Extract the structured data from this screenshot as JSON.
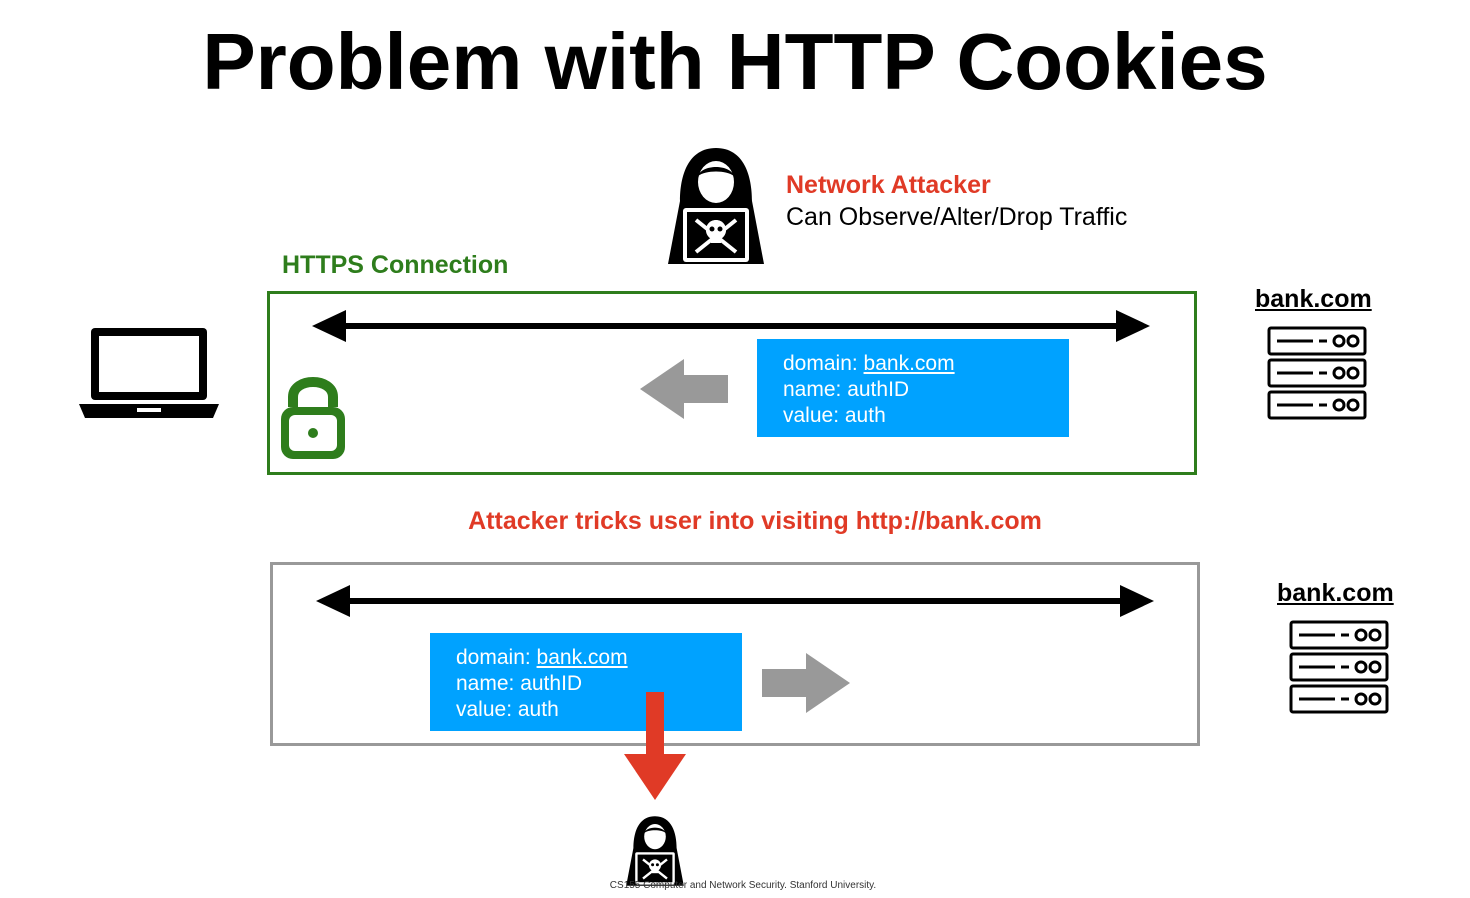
{
  "slide": {
    "title": "Problem with HTTP Cookies",
    "footer": "CS155 Computer and Network Security. Stanford University."
  },
  "attacker": {
    "name": "Network Attacker",
    "description": "Can Observe/Alter/Drop Traffic"
  },
  "https_connection": {
    "label": "HTTPS Connection",
    "server": "bank.com",
    "cookie": {
      "domain_label": "domain: ",
      "domain_value": "bank.com",
      "name_line": "name: authID",
      "value_line": "value: auth"
    }
  },
  "trick_message": "Attacker tricks user into visiting http://bank.com",
  "http_connection": {
    "server": "bank.com",
    "cookie": {
      "domain_label": "domain: ",
      "domain_value": "bank.com",
      "name_line": "name: authID",
      "value_line": "value: auth"
    }
  },
  "colors": {
    "attack_red": "#e03a26",
    "secure_green": "#2e7d1c",
    "cookie_blue": "#00a2ff",
    "flow_gray": "#999999"
  },
  "icons": [
    "hacker-icon",
    "laptop-icon",
    "lock-icon",
    "server-icon"
  ]
}
